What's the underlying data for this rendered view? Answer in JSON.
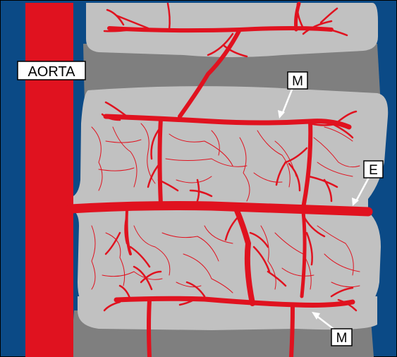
{
  "diagram": {
    "labels": {
      "aorta": "AORTA",
      "metaphyseal_top": "M",
      "equatorial": "E",
      "metaphyseal_bottom": "M"
    },
    "colors": {
      "background": "#0b4a86",
      "vertebral_body": "#c1c1c1",
      "intervertebral_disc": "#7f7f7f",
      "artery": "#e0121f",
      "label_box": "#ffffff",
      "arrow": "#ffffff"
    }
  }
}
